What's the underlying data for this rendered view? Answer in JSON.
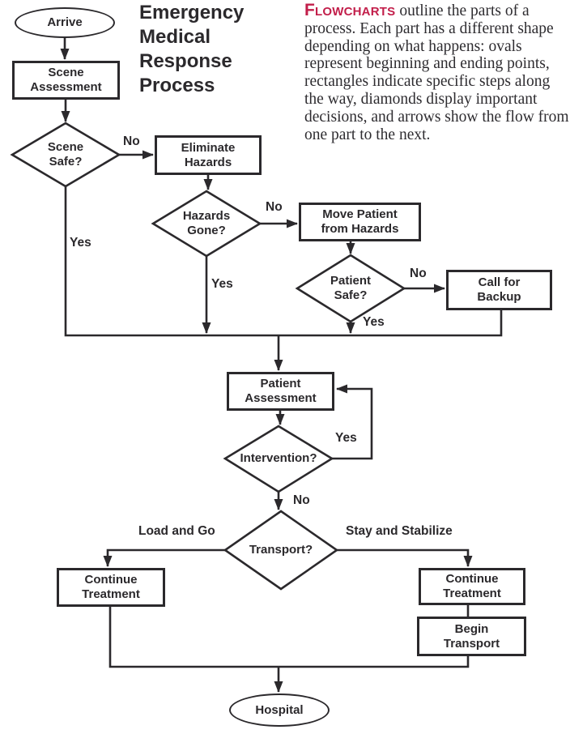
{
  "page": {
    "title": "Emergency Medical Response Process",
    "intro_lead": "Flowcharts",
    "intro_text": "outline the parts of a process. Each part has a different shape depending on what happens: ovals represent beginning and ending points, rectangles indicate specific steps along the way, diamonds display important decisions, and arrows show the flow from one part to the next."
  },
  "colors": {
    "ink": "#2b292c",
    "accent": "#c21e4a",
    "paper": "#ffffff"
  },
  "nodes": {
    "arrive": "Arrive",
    "scene_assessment": "Scene Assessment",
    "scene_safe": "Scene Safe?",
    "eliminate_hazards": "Eliminate Hazards",
    "hazards_gone": "Hazards Gone?",
    "move_patient": "Move Patient from Hazards",
    "patient_safe": "Patient Safe?",
    "call_backup": "Call for Backup",
    "patient_assessment": "Patient Assessment",
    "intervention": "Intervention?",
    "transport": "Transport?",
    "continue_treatment_left": "Continue Treatment",
    "continue_treatment_right": "Continue Treatment",
    "begin_transport": "Begin Transport",
    "hospital": "Hospital"
  },
  "edge_labels": {
    "scene_safe_no": "No",
    "scene_safe_yes": "Yes",
    "hazards_gone_no": "No",
    "hazards_gone_yes": "Yes",
    "patient_safe_no": "No",
    "patient_safe_yes": "Yes",
    "intervention_yes": "Yes",
    "intervention_no": "No",
    "transport_left": "Load and Go",
    "transport_right": "Stay and Stabilize"
  }
}
